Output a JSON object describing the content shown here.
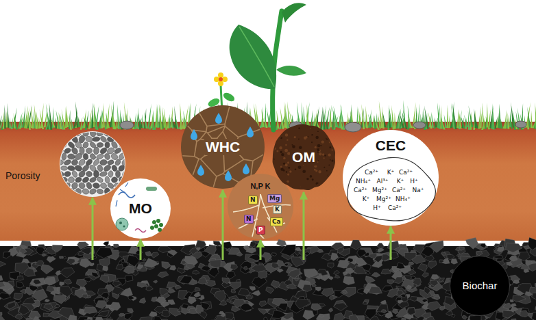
{
  "diagram": {
    "nodes": [
      {
        "text": [
          "Porosity"
        ]
      },
      {
        "text": [
          "MO"
        ]
      },
      {
        "text": [
          "WHC"
        ]
      },
      {
        "text": [
          "N,P K"
        ]
      },
      {
        "text": [
          "N"
        ],
        "in": 3
      },
      {
        "text": [
          "Mg"
        ],
        "in": 3
      },
      {
        "text": [
          "K"
        ],
        "in": 3
      },
      {
        "text": [
          "Ca"
        ],
        "in": 3
      },
      {
        "text": [
          "N"
        ],
        "in": 3
      },
      {
        "text": [
          "P"
        ],
        "in": 3
      },
      {
        "text": [
          "OM"
        ]
      },
      {
        "text": [
          "CEC"
        ]
      },
      {
        "text": [
          "Biochar"
        ]
      }
    ],
    "edges": [
      {
        "from": 12,
        "to": 0,
        "arrow": "to"
      },
      {
        "from": 12,
        "to": 1,
        "arrow": "to"
      },
      {
        "from": 12,
        "to": 2,
        "arrow": "to"
      },
      {
        "from": 12,
        "to": 3,
        "arrow": "to"
      },
      {
        "from": 12,
        "to": 10,
        "arrow": "to"
      },
      {
        "from": 12,
        "to": 11,
        "arrow": "to"
      }
    ],
    "labels": [
      "Ca²⁺",
      "K⁺",
      "Ca²⁺",
      "NH₄⁺",
      "Al³⁺",
      "K⁺",
      "H⁺",
      "Ca²⁺",
      "Mg²⁺",
      "Ca²⁺",
      "Na⁺",
      "K⁺",
      "Mg²⁺",
      "NH₄⁺",
      "H⁺",
      "Ca²⁺"
    ]
  }
}
